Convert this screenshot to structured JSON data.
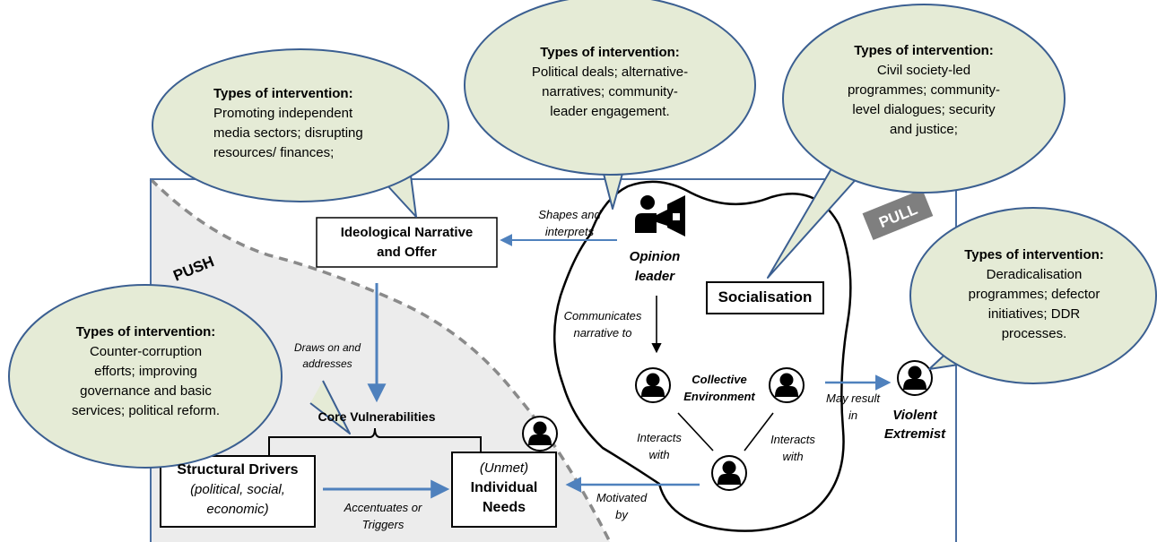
{
  "labels": {
    "push": "PUSH",
    "pull": "PULL",
    "ideological_narrative": "Ideological Narrative\nand Offer",
    "core_vulnerabilities": "Core Vulnerabilities",
    "structural_drivers_title": "Structural Drivers",
    "structural_drivers_sub": "(political, social,\neconomic)",
    "unmet": "(Unmet)",
    "individual_needs": "Individual\nNeeds",
    "opinion_leader": "Opinion\nleader",
    "socialisation": "Socialisation",
    "collective_environment": "Collective\nEnvironment",
    "violent_extremist": "Violent\nExtremist"
  },
  "edges": {
    "shapes_and_interprets": "Shapes and\ninterprets",
    "draws_on_and_addresses": "Draws on and\naddresses",
    "communicates_narrative_to": "Communicates\nnarrative to",
    "interacts_with_left": "Interacts\nwith",
    "interacts_with_right": "Interacts\nwith",
    "may_result_in": "May result\nin",
    "accentuates_or_triggers": "Accentuates or\nTriggers",
    "motivated_by": "Motivated\nby"
  },
  "bubbles": {
    "media": {
      "heading": "Types of intervention:",
      "body": "Promoting  independent\nmedia sectors;  disrupting\nresources/ finances;"
    },
    "political": {
      "heading": "Types of intervention:",
      "body": "Political deals; alternative-\nnarratives; community-\nleader engagement."
    },
    "civil_society": {
      "heading": "Types of intervention:",
      "body": "Civil society-led\nprogrammes; community-\nlevel dialogues; security\nand justice;"
    },
    "deradicalisation": {
      "heading": "Types of intervention:",
      "body": "Deradicalisation\nprogrammes; defector\ninitiatives; DDR\nprocesses."
    },
    "governance": {
      "heading": "Types of intervention:",
      "body": "Counter-corruption\nefforts; improving\ngovernance and basic\nservices; political reform."
    }
  },
  "colors": {
    "bubble_fill": "#e5ebd6",
    "bubble_stroke": "#3b5f91",
    "frame_stroke": "#4a6ea1",
    "push_area": "#ececec",
    "push_dash": "#8a8a8a",
    "arrow_blue": "#4f81bd",
    "pull_tag": "#7f7f7f"
  }
}
